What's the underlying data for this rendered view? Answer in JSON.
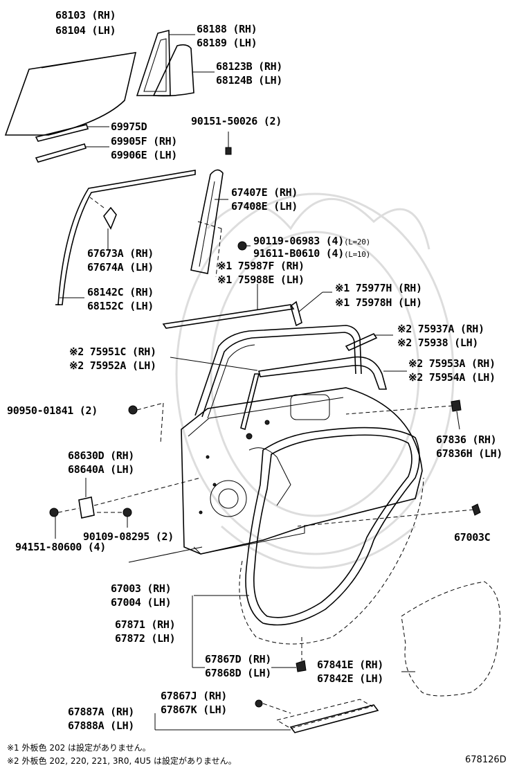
{
  "labels": {
    "l68103": "68103 (RH)",
    "l68104": "68104 (LH)",
    "l68188": "68188 (RH)",
    "l68189": "68189 (LH)",
    "l68123": "68123B (RH)",
    "l68124": "68124B (LH)",
    "l69975": "69975D",
    "l69905": "69905F (RH)",
    "l69906": "69906E (LH)",
    "l90151": "90151-50026 (2)",
    "l67407": "67407E (RH)",
    "l67408": "67408E (LH)",
    "l67673": "67673A (RH)",
    "l67674": "67674A (LH)",
    "l90119": "90119-06983 (4)",
    "l90119_note": "(L=20)",
    "l91611": "91611-B0610 (4)",
    "l91611_note": "(L=10)",
    "l75987": "※1 75987F (RH)",
    "l75988": "※1 75988E (LH)",
    "l68142": "68142C (RH)",
    "l68152": "68152C (LH)",
    "l75977": "※1 75977H (RH)",
    "l75978": "※1 75978H (LH)",
    "l75937": "※2 75937A (RH)",
    "l75938": "※2 75938 (LH)",
    "l75951": "※2 75951C (RH)",
    "l75952": "※2 75952A (LH)",
    "l75953": "※2 75953A (RH)",
    "l75954": "※2 75954A (LH)",
    "l90950": "90950-01841 (2)",
    "l67836": "67836 (RH)",
    "l67836h": "67836H (LH)",
    "l68630": "68630D (RH)",
    "l68640": "68640A (LH)",
    "l90109": "90109-08295 (2)",
    "l94151": "94151-80600 (4)",
    "l67003c": "67003C",
    "l67003": "67003 (RH)",
    "l67004": "67004 (LH)",
    "l67871": "67871 (RH)",
    "l67872": "67872 (LH)",
    "l67867d": "67867D (RH)",
    "l67868d": "67868D (LH)",
    "l67841": "67841E (RH)",
    "l67842": "67842E (LH)",
    "l67867j": "67867J (RH)",
    "l67867k": "67867K (LH)",
    "l67887": "67887A (RH)",
    "l67888": "67888A (LH)"
  },
  "footnotes": {
    "note1": "※1 外板色 202 は設定がありません。",
    "note2": "※2 外板色 202, 220, 221, 3R0, 4U5 は設定がありません。"
  },
  "diagram_code": "678126D"
}
